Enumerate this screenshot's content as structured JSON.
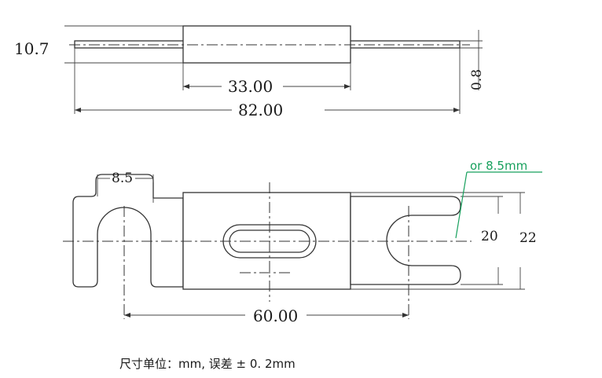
{
  "side_view": {
    "thickness_label": "10.7",
    "body_length_label": "33.00",
    "total_length_label": "82.00",
    "plate_thickness_label": "0.8"
  },
  "top_view": {
    "slot_width_label": "8.5",
    "radius_callout": "or 8.5mm",
    "inner_width_label": "20",
    "outer_width_label": "22",
    "hole_pitch_label": "60.00"
  },
  "footnote": "尺寸单位：mm, 误差 ± 0. 2mm",
  "colors": {
    "line": "#333333",
    "callout": "#17a05d"
  }
}
